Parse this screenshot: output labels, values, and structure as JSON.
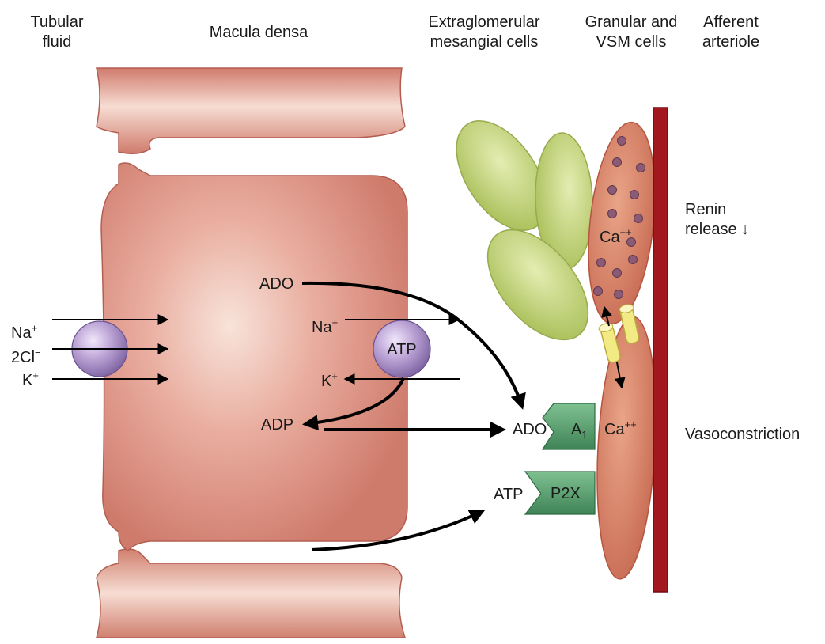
{
  "headers": {
    "tubular_fluid": [
      "Tubular",
      "fluid"
    ],
    "macula_densa": "Macula densa",
    "extraglomerular": [
      "Extraglomerular",
      "mesangial cells"
    ],
    "granular": [
      "Granular and",
      "VSM cells"
    ],
    "afferent": [
      "Afferent",
      "arteriole"
    ]
  },
  "ions_left": {
    "na": "Na",
    "na_charge": "+",
    "cl": "2Cl",
    "cl_charge": "−",
    "k": "K",
    "k_charge": "+"
  },
  "cell_labels": {
    "ado": "ADO",
    "na": "Na",
    "na_charge": "+",
    "k": "K",
    "k_charge": "+",
    "atp_pump": "ATP",
    "adp": "ADP"
  },
  "receptors": {
    "ado": "ADO",
    "a1": "A",
    "a1_sub": "1",
    "atp": "ATP",
    "p2x": "P2X"
  },
  "calcium": {
    "label": "Ca",
    "charge": "++"
  },
  "outcomes": {
    "renin": [
      "Renin",
      "release ↓"
    ],
    "vasoconstriction": "Vasoconstriction"
  },
  "colors": {
    "cell_fill": "#d9897a",
    "cell_edge": "#b45e52",
    "cell_highlight": "#f6ddd3",
    "mesangial": "#c5d67a",
    "mesangial_edge": "#97aa4d",
    "granular_cell": "#d77a60",
    "granule": "#8c5a74",
    "arteriole": "#a3181f",
    "receptor": "#4f9a67",
    "channel": "#f1ea85",
    "transporter": "#b9a0d3",
    "arrow": "#000000"
  }
}
